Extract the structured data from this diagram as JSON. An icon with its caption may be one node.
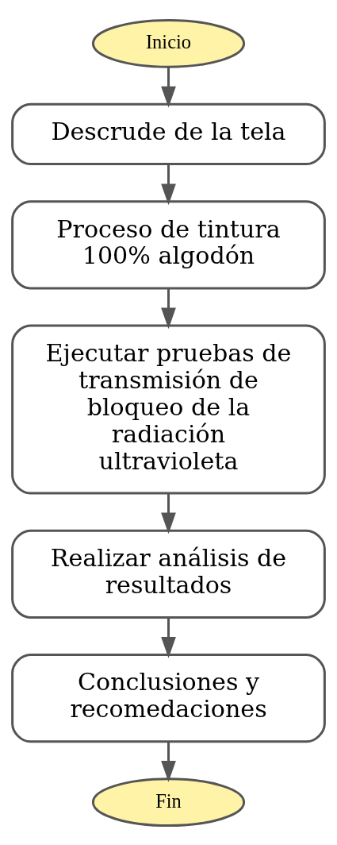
{
  "diagram": {
    "nodes": [
      {
        "text": [
          "Inicio"
        ]
      },
      {
        "text": [
          "Descrude de la tela"
        ]
      },
      {
        "text": [
          "Proceso de tintura 100% algodón"
        ]
      },
      {
        "text": [
          "Ejecutar pruebas de transmisión de bloqueo de la radiación ultravioleta"
        ]
      },
      {
        "text": [
          "Realizar análisis de resultados"
        ]
      },
      {
        "text": [
          "Conclusiones y recomedaciones"
        ]
      },
      {
        "text": [
          "Fin"
        ]
      }
    ],
    "edges": [
      {
        "from": 0,
        "to": 1,
        "arrow": "to"
      },
      {
        "from": 1,
        "to": 2,
        "arrow": "to"
      },
      {
        "from": 2,
        "to": 3,
        "arrow": "to"
      },
      {
        "from": 3,
        "to": 4,
        "arrow": "to"
      },
      {
        "from": 4,
        "to": 5,
        "arrow": "to"
      },
      {
        "from": 5,
        "to": 6,
        "arrow": "to"
      }
    ]
  }
}
